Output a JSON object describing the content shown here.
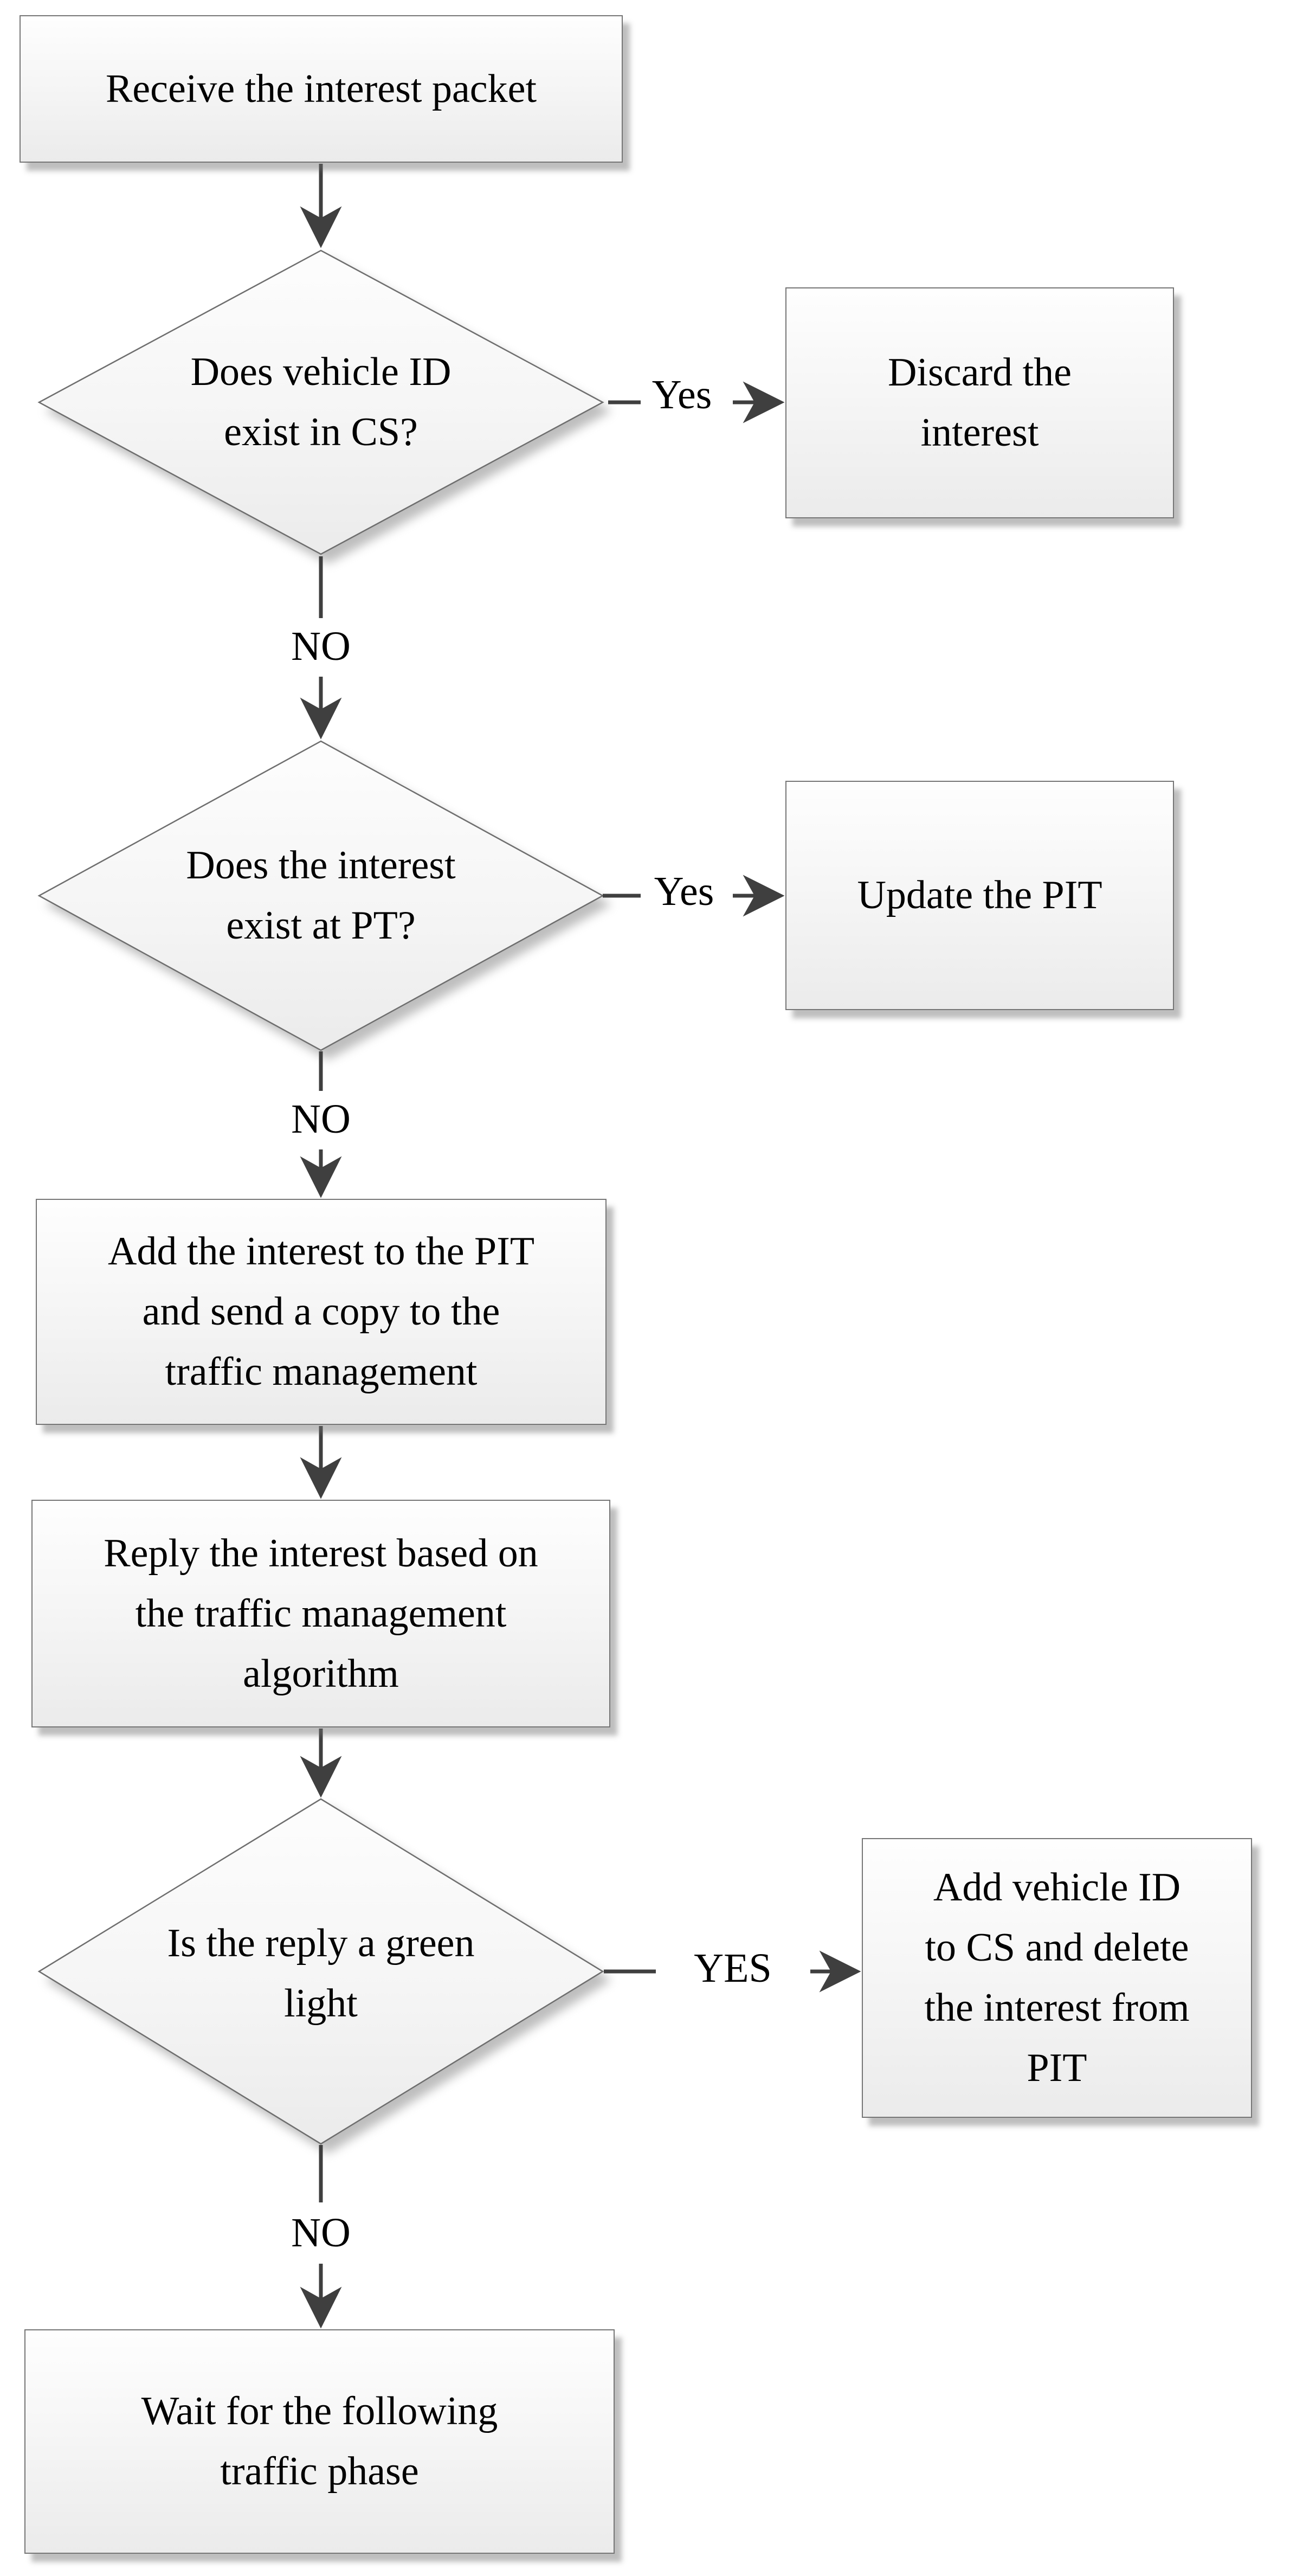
{
  "nodes": {
    "receive_packet": {
      "label": "Receive the interest packet"
    },
    "cs_decision": {
      "label": "Does vehicle ID\nexist in CS?"
    },
    "discard_interest": {
      "label": "Discard the\ninterest"
    },
    "pt_decision": {
      "label": "Does the interest\nexist at PT?"
    },
    "update_pit": {
      "label": "Update the PIT"
    },
    "add_interest_pit": {
      "label": "Add the interest to the PIT\nand send a copy to the\ntraffic management"
    },
    "reply_interest": {
      "label": "Reply the interest based on\nthe traffic management\nalgorithm"
    },
    "green_light_decision": {
      "label": "Is the reply a green\nlight"
    },
    "add_vehicle_id": {
      "label": "Add vehicle ID\nto CS and delete\nthe interest from\nPIT"
    },
    "wait_traffic_phase": {
      "label": "Wait for the following\ntraffic phase"
    }
  },
  "edges": {
    "cs_yes": {
      "label": "Yes"
    },
    "cs_no": {
      "label": "NO"
    },
    "pt_yes": {
      "label": "Yes"
    },
    "pt_no": {
      "label": "NO"
    },
    "green_yes": {
      "label": "YES"
    },
    "green_no": {
      "label": "NO"
    }
  },
  "colors": {
    "connector": "#3f3f3f",
    "node_border": "#6e6e6e",
    "text": "#000000"
  }
}
